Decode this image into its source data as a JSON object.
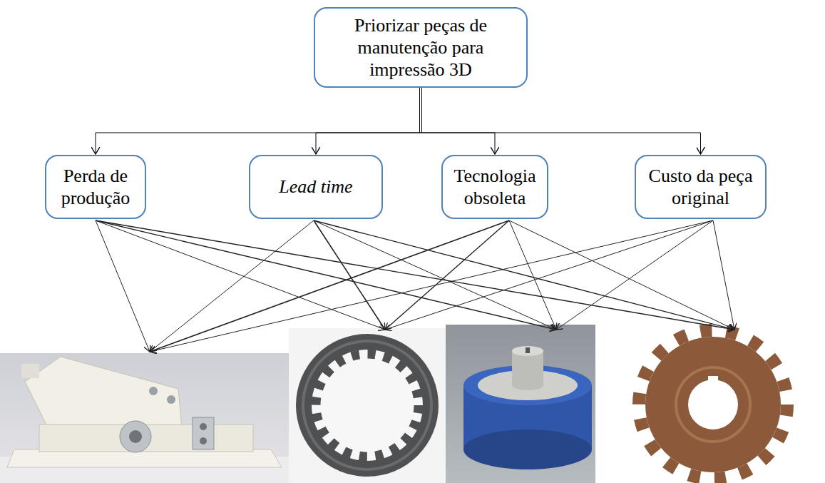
{
  "diagram": {
    "nodes": [
      {
        "text": [
          "Priorizar peças de manutenção para impressão 3D"
        ]
      },
      {
        "text": [
          "Perda de produção"
        ]
      },
      {
        "text": [
          "Lead time"
        ]
      },
      {
        "text": [
          "Tecnologia obsoleta"
        ]
      },
      {
        "text": [
          "Custo da peça original"
        ]
      }
    ],
    "edges": [
      {
        "from": 0,
        "to": 1,
        "arrow": "to"
      },
      {
        "from": 0,
        "to": 2,
        "arrow": "to"
      },
      {
        "from": 0,
        "to": 3,
        "arrow": "to"
      },
      {
        "from": 0,
        "to": 4,
        "arrow": "to"
      }
    ]
  }
}
